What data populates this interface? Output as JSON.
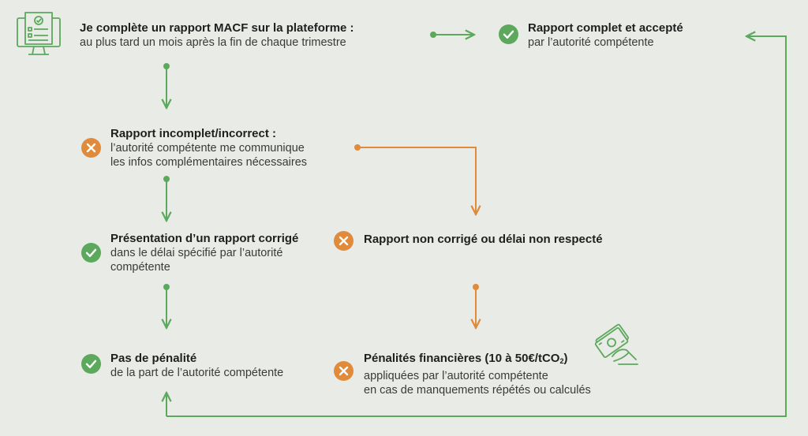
{
  "colors": {
    "background": "#e8ebe6",
    "success": "#5ca85c",
    "failure": "#e08a3a",
    "text": "#2b2b2b"
  },
  "icons": {
    "start": "report-form-monitor-icon",
    "success": "check-circle-icon",
    "failure": "x-circle-icon",
    "money": "cash-in-hand-icon"
  },
  "steps": {
    "submit": {
      "title": "Je complète un rapport MACF sur la plateforme :",
      "lines": [
        "au plus tard un mois après la fin de chaque trimestre"
      ]
    },
    "accepted": {
      "title": "Rapport complet et accepté",
      "lines": [
        "par l’autorité compétente"
      ]
    },
    "incomplete": {
      "title": "Rapport incomplet/incorrect :",
      "lines": [
        "l’autorité compétente me communique",
        "les infos complémentaires nécessaires"
      ]
    },
    "corrected": {
      "title": "Présentation d’un rapport corrigé",
      "lines": [
        "dans le délai spécifié par l’autorité",
        "compétente"
      ]
    },
    "not_corrected": {
      "title": "Rapport non corrigé ou délai non respecté",
      "lines": []
    },
    "no_penalty": {
      "title": "Pas de pénalité",
      "lines": [
        "de la part de l’autorité compétente"
      ]
    },
    "penalties": {
      "title_prefix": "Pénalités financières (10 à 50€/tCO",
      "title_sub": "2",
      "title_suffix": ")",
      "lines": [
        "appliquées par l’autorité compétente",
        "en cas de manquements répétés ou calculés"
      ]
    }
  }
}
